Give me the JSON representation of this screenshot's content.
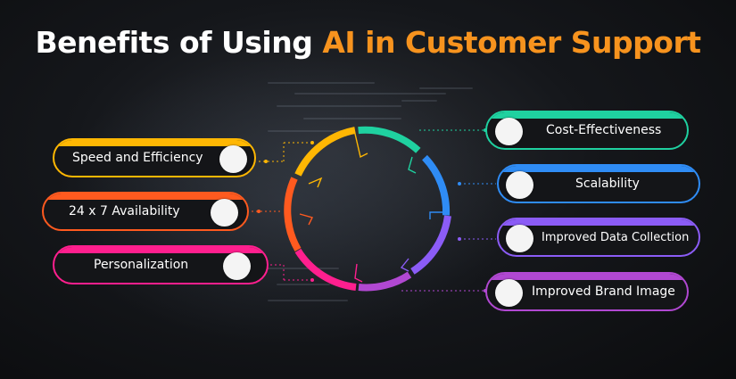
{
  "title": {
    "prefix": "Benefits of Using ",
    "highlight": "AI in Customer Support"
  },
  "colors": {
    "title_accent": "#f7931e",
    "speed": "#ffb703",
    "availability": "#ff5a1f",
    "personalization": "#ff1f8e",
    "cost": "#1fd1a0",
    "scalability": "#2f8cf5",
    "data": "#8b5cf6",
    "brand": "#b148d2"
  },
  "left_items": [
    {
      "label": "Speed and Efficiency",
      "color": "#ffb703"
    },
    {
      "label": "24 x 7 Availability",
      "color": "#ff5a1f"
    },
    {
      "label": "Personalization",
      "color": "#ff1f8e"
    }
  ],
  "right_items": [
    {
      "label": "Cost-Effectiveness",
      "color": "#1fd1a0"
    },
    {
      "label": "Scalability",
      "color": "#2f8cf5"
    },
    {
      "label": "Improved Data Collection",
      "color": "#8b5cf6"
    },
    {
      "label": "Improved Brand Image",
      "color": "#b148d2"
    }
  ]
}
